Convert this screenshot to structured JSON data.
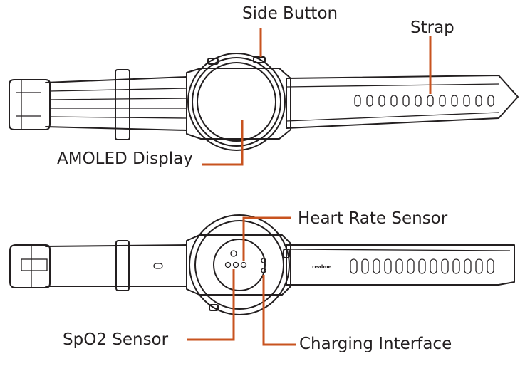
{
  "labels": {
    "side_button": "Side Button",
    "strap": "Strap",
    "amoled_display": "AMOLED Display",
    "heart_rate_sensor": "Heart Rate Sensor",
    "spo2_sensor": "SpO2 Sensor",
    "charging_interface": "Charging Interface"
  },
  "brand_text": "realme",
  "colors": {
    "outline": "#231f20",
    "leader_line": "#c8531f",
    "background": "#ffffff"
  }
}
